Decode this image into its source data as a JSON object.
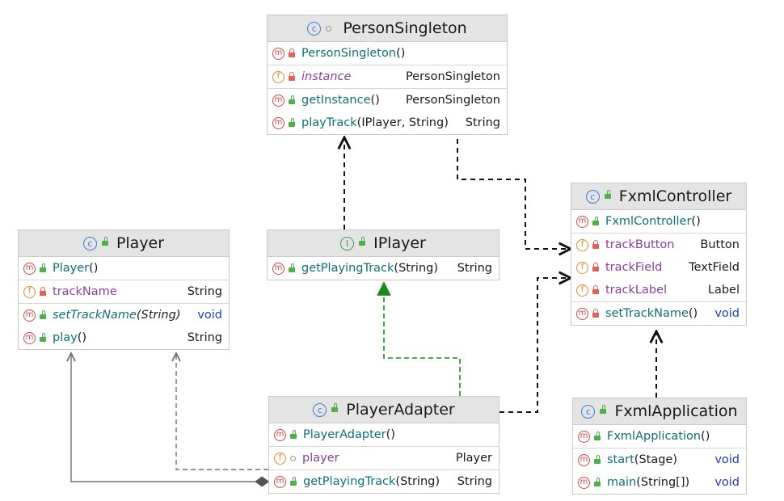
{
  "diagram": {
    "classes": {
      "person_singleton": {
        "name": "PersonSingleton",
        "ctor": {
          "name": "PersonSingleton",
          "sig": "()"
        },
        "field": {
          "name": "instance",
          "type": "PersonSingleton"
        },
        "m1": {
          "name": "getInstance",
          "sig": " ()",
          "type": "PersonSingleton"
        },
        "m2": {
          "name": "playTrack",
          "sig": "(IPlayer, String)",
          "type": "String"
        }
      },
      "iplayer": {
        "name": "IPlayer",
        "m1": {
          "name": "getPlayingTrack",
          "sig": "(String)",
          "type": "String"
        }
      },
      "fxml_controller": {
        "name": "FxmlController",
        "ctor": {
          "name": "FxmlController",
          "sig": "()"
        },
        "f1": {
          "name": "trackButton",
          "type": "Button"
        },
        "f2": {
          "name": "trackField",
          "type": "TextField"
        },
        "f3": {
          "name": "trackLabel",
          "type": "Label"
        },
        "m1": {
          "name": "setTrackName",
          "sig": "()",
          "type": "void"
        }
      },
      "player": {
        "name": "Player",
        "ctor": {
          "name": "Player",
          "sig": "()"
        },
        "field": {
          "name": "trackName",
          "type": "String"
        },
        "m1": {
          "name": "setTrackName",
          "sig": "(String)",
          "type": "void"
        },
        "m2": {
          "name": "play",
          "sig": "()",
          "type": "String"
        }
      },
      "player_adapter": {
        "name": "PlayerAdapter",
        "ctor": {
          "name": "PlayerAdapter",
          "sig": "()"
        },
        "field": {
          "name": "player",
          "type": "Player"
        },
        "m1": {
          "name": "getPlayingTrack",
          "sig": "(String)",
          "type": "String"
        }
      },
      "fxml_application": {
        "name": "FxmlApplication",
        "ctor": {
          "name": "FxmlApplication",
          "sig": "()"
        },
        "m1": {
          "name": "start",
          "sig": "(Stage)",
          "type": "void"
        },
        "m2": {
          "name": "main",
          "sig": "(String[])",
          "type": "void"
        }
      }
    },
    "badges": {
      "class": "c",
      "interface": "I",
      "method": "m",
      "field": "f"
    },
    "colors": {
      "dependency": "#111111",
      "realization": "#1a8a1a",
      "association": "#707070",
      "composition": "#555555"
    }
  }
}
